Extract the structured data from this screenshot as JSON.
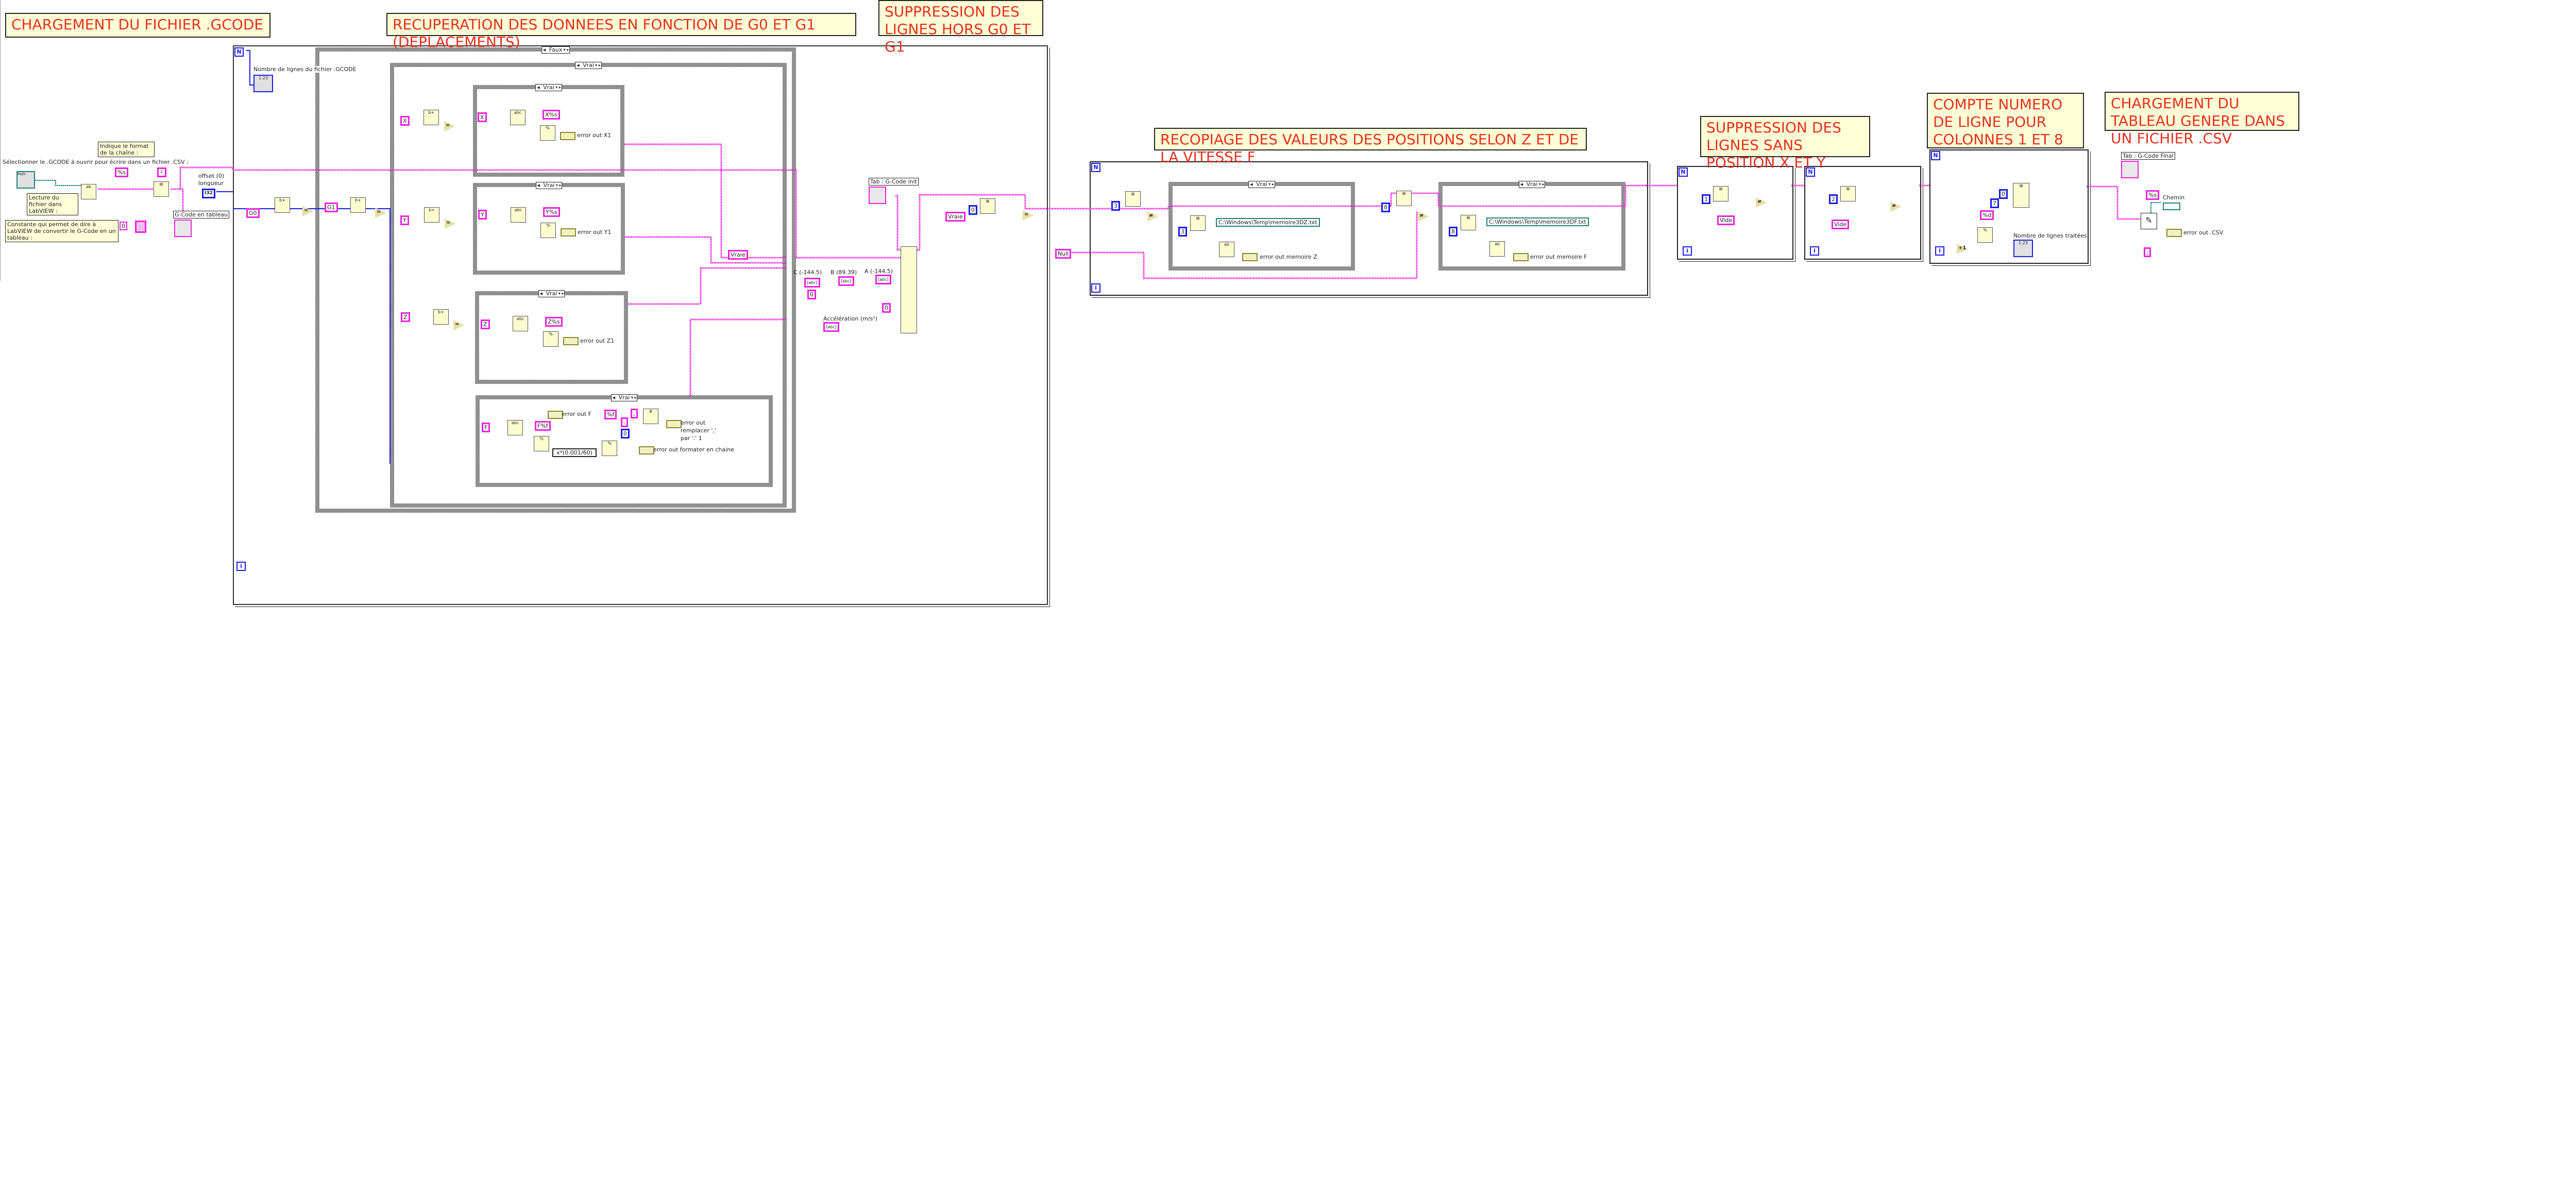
{
  "comments": {
    "load_gcode": "CHARGEMENT DU FICHIER .GCODE",
    "recup": "RECUPERATION DES DONNEES EN FONCTION DE G0 ET G1 (DEPLACEMENTS)",
    "suppr_g": "SUPPRESSION DES LIGNES HORS G0 ET G1",
    "recopiage": "RECOPIAGE DES VALEURS DES POSITIONS SELON Z ET DE LA VITESSE F",
    "suppr_xy": "SUPPRESSION DES LIGNES SANS POSITION X ET Y",
    "compte": "COMPTE NUMERO DE LIGNE POUR COLONNES 1 ET 8",
    "csv": "CHARGEMENT DU TABLEAU GENERE DANS UN FICHIER .CSV",
    "format": "Indique le format de la chaîne :",
    "lecture": "Lecture du fichier dans LabVIEW :",
    "constante": "Constante qui permet de dire à LabVIEW de convertir le G-Code en un tableau :"
  },
  "load": {
    "select_label": "Sélectionner le .GCODE à ouvrir pour écrire dans un fichier .CSV :",
    "path_text": "Path",
    "format_const": "%s",
    "offset_label": "offset (0) longueur",
    "offset_type": "I32",
    "gcode_table_label": "G-Code en tableau",
    "delim_value": "0"
  },
  "loop1": {
    "n": "N",
    "i": "i",
    "lines_label": "Nombre de lignes du fichier .GCODE",
    "lines_value": "1.23",
    "g0": "G0",
    "g1": "G1",
    "outer_case": "Faux",
    "inner_case": "Vrai",
    "axes": [
      {
        "const": "X",
        "fmt": "X%s",
        "case": "Vrai",
        "err": "error out X1"
      },
      {
        "const": "Y",
        "fmt": "Y%s",
        "case": "Vrai",
        "err": "error out Y1"
      },
      {
        "const": "Z",
        "fmt": "Z%s",
        "case": "Vrai",
        "err": "error out Z1"
      }
    ],
    "f": {
      "const": "F",
      "fmt": "F%f",
      "case": "Vrai",
      "err_f": "error out F",
      "expr": "x*(0.001/60)",
      "fmt2": "%f",
      "comma": ",",
      "dot": ".",
      "zero": "0",
      "err_replace": "error out remplacer ',' par '.' 1",
      "err_format": "error out formater en chaine"
    },
    "vraie": "Vraie",
    "c_label": "C (-144.5)",
    "b_label": "B (89.39)",
    "a_label": "A (-144.5)",
    "zero": "0",
    "zero2": "0",
    "accel_label": "Accélération (m/s²)",
    "tab_init": "Tab : G-Code init",
    "cmp_zero": "0",
    "cmp_vraie": "Vraie"
  },
  "loop2": {
    "n": "N",
    "i": "i",
    "null": "Null",
    "idx3": "3",
    "idx8": "8",
    "z_case": "Vrai",
    "z_idx": "3",
    "z_path": "C:\\Windows\\Temp\\memoire3DZ.txt",
    "z_err": "error out memoire Z",
    "f_case": "Vrai",
    "f_idx": "8",
    "f_path": "C:\\Windows\\Temp\\memoire3DF.txt",
    "f_err": "error out memoire F"
  },
  "loop3": {
    "n": "N",
    "i": "i",
    "idx": "1",
    "vide": "Vide"
  },
  "loop4": {
    "n": "N",
    "i": "i",
    "idx": "2",
    "vide": "Vide"
  },
  "loop5": {
    "n": "N",
    "i": "i",
    "zero": "0",
    "seven": "7",
    "fmt": "%d",
    "inc": "+1",
    "lines_label": "Nombre de lignes traitées",
    "lines_value": "1.23"
  },
  "final": {
    "tab_final": "Tab : G-Code Final",
    "fmt": "%s",
    "chemin": "Chemin",
    "err": "error out .CSV",
    "delim": ";"
  },
  "colors": {
    "string_wire": "#ee22dd",
    "numeric_wire": "#1a1aee",
    "path_wire": "#1d8080",
    "comment_text": "#e8301c",
    "comment_bg": "#ffffd8"
  }
}
